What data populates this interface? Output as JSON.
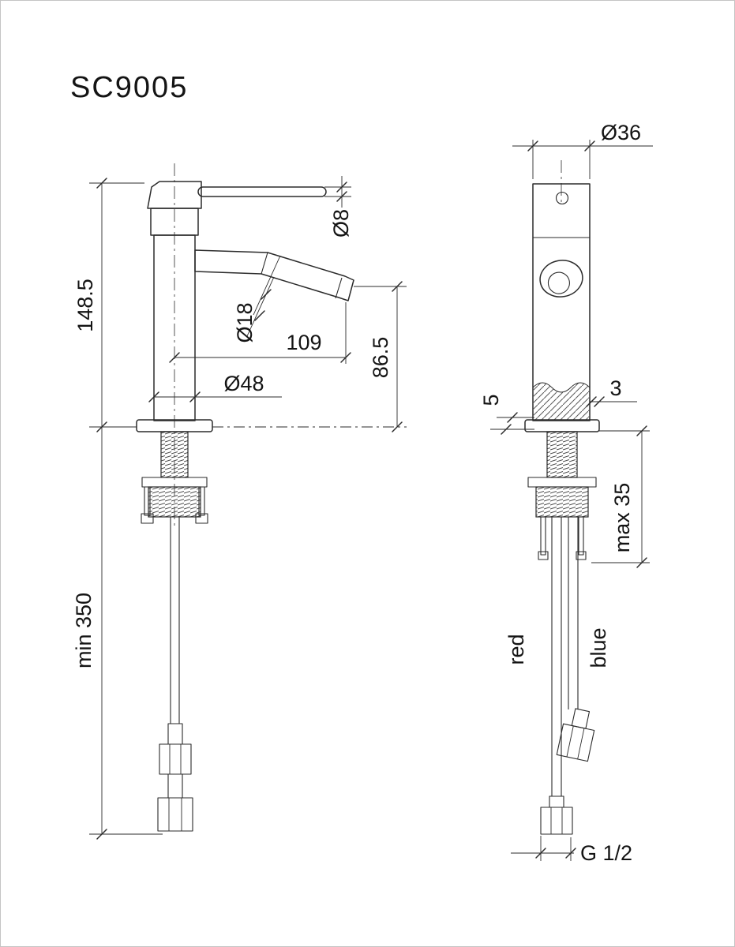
{
  "title": "SC9005",
  "left_view": {
    "dim_height": "148.5",
    "dim_min_depth": "min 350",
    "dim_lever_diameter": "Ø8",
    "dim_spout_diameter": "Ø18",
    "dim_spout_reach": "109",
    "dim_outlet_height": "86.5",
    "dim_base_diameter": "Ø48"
  },
  "right_view": {
    "dim_body_diameter": "Ø36",
    "dim_deck_left": "5",
    "dim_deck_right": "3",
    "dim_max_deck": "max 35",
    "hose_hot": "red",
    "hose_cold": "blue",
    "dim_thread": "G 1/2"
  }
}
